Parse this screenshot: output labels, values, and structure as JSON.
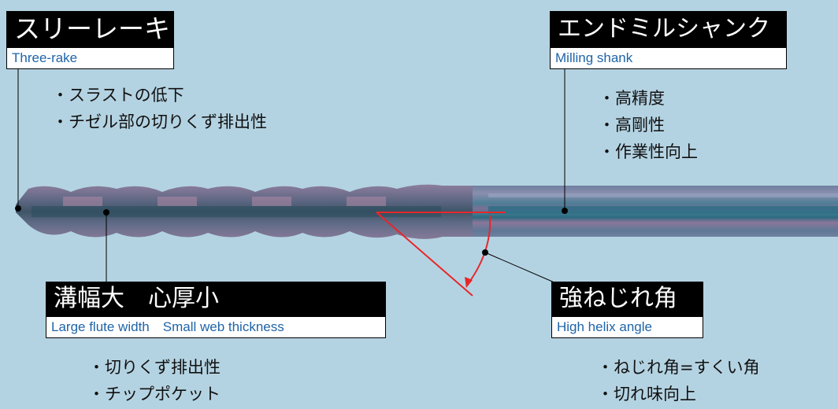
{
  "callouts": {
    "three_rake": {
      "title": "スリーレーキ",
      "subtitle": "Three-rake",
      "bullets": [
        "・スラストの低下",
        "・チゼル部の切りくず排出性"
      ]
    },
    "shank": {
      "title": "エンドミルシャンク",
      "subtitle": "Milling shank",
      "bullets": [
        "・高精度",
        "・高剛性",
        "・作業性向上"
      ]
    },
    "flute": {
      "title": "溝幅大　心厚小",
      "subtitle": "Large flute width　Small web thickness",
      "bullets": [
        "・切りくず排出性",
        "・チップポケット"
      ]
    },
    "helix": {
      "title": "強ねじれ角",
      "subtitle": "High helix angle",
      "bullets": [
        "・ねじれ角=すくい角",
        "・切れ味向上"
      ]
    }
  },
  "colors": {
    "background": "#b4d3e2",
    "label_bg": "#000000",
    "label_text": "#ffffff",
    "subtitle_text": "#1f64a8",
    "angle_line": "#e8262a"
  }
}
